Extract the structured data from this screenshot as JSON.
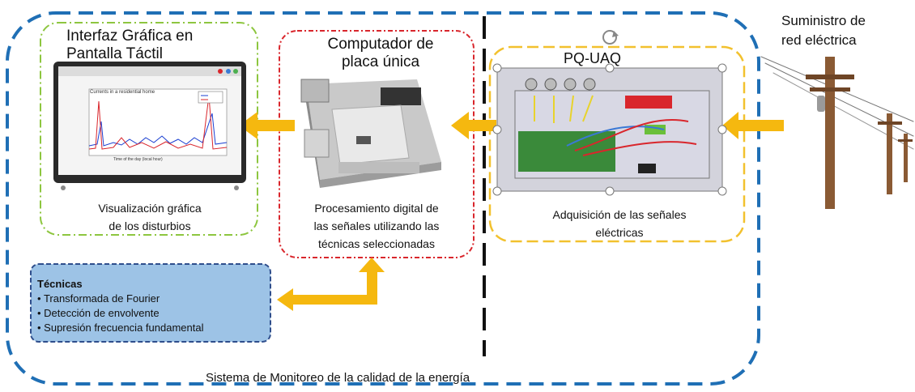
{
  "outer_label": "Sistema de Monitoreo de la calidad de la energía",
  "display_box": {
    "title_line1": "Interfaz Gráfica en",
    "title_line2": "Pantalla Táctil",
    "caption_line1": "Visualización gráfica",
    "caption_line2": "de los disturbios",
    "screen_chart_title": "Currents in a residential home",
    "screen_chart_xlabel": "Time of the day (local hour)"
  },
  "sbc_box": {
    "title_line1": "Computador de",
    "title_line2": "placa única",
    "caption_line1": "Procesamiento digital de",
    "caption_line2": "las señales utilizando las",
    "caption_line3": "técnicas seleccionadas"
  },
  "pquaq_box": {
    "title": "PQ-UAQ",
    "caption_line1": "Adquisición de las señales",
    "caption_line2": "eléctricas"
  },
  "supply": {
    "label_line1": "Suministro de",
    "label_line2": "red eléctrica"
  },
  "techniques": {
    "title": "Técnicas",
    "items": [
      "Transformada de Fourier",
      "Detección de envolvente",
      "Supresión frecuencia fundamental"
    ]
  },
  "colors": {
    "outer_border": "#1f6fb5",
    "display_border": "#8dc63f",
    "sbc_border": "#d9262c",
    "pquaq_border": "#f2c12e",
    "arrow": "#f5b80f",
    "techniques_fill": "#9dc3e6",
    "techniques_border": "#2f4e8c"
  }
}
